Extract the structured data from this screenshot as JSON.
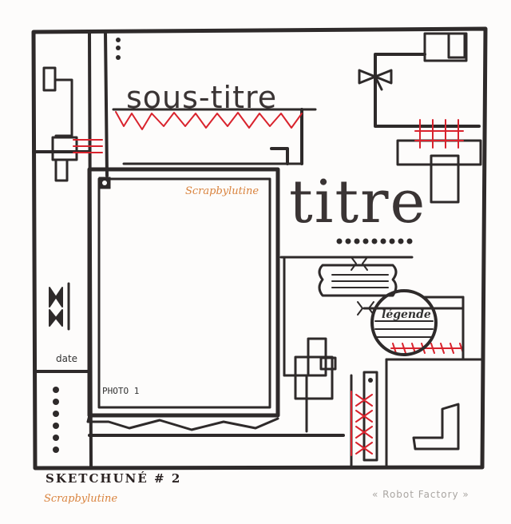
{
  "subtitle": "sous-titre",
  "title": "titre",
  "watermark_top": "Scrapbylutine",
  "photo_label": "PHOTO 1",
  "date_label": "date",
  "legend_label": "légende",
  "sketch_name": "SKETCHUNÉ # 2",
  "watermark_bottom": "Scrapbylutine",
  "credit": "« Robot Factory »",
  "colors": {
    "ink": "#2e2a2a",
    "stitch": "#d9232d",
    "watermark": "#d9833e",
    "credit": "#aaa6a2"
  }
}
